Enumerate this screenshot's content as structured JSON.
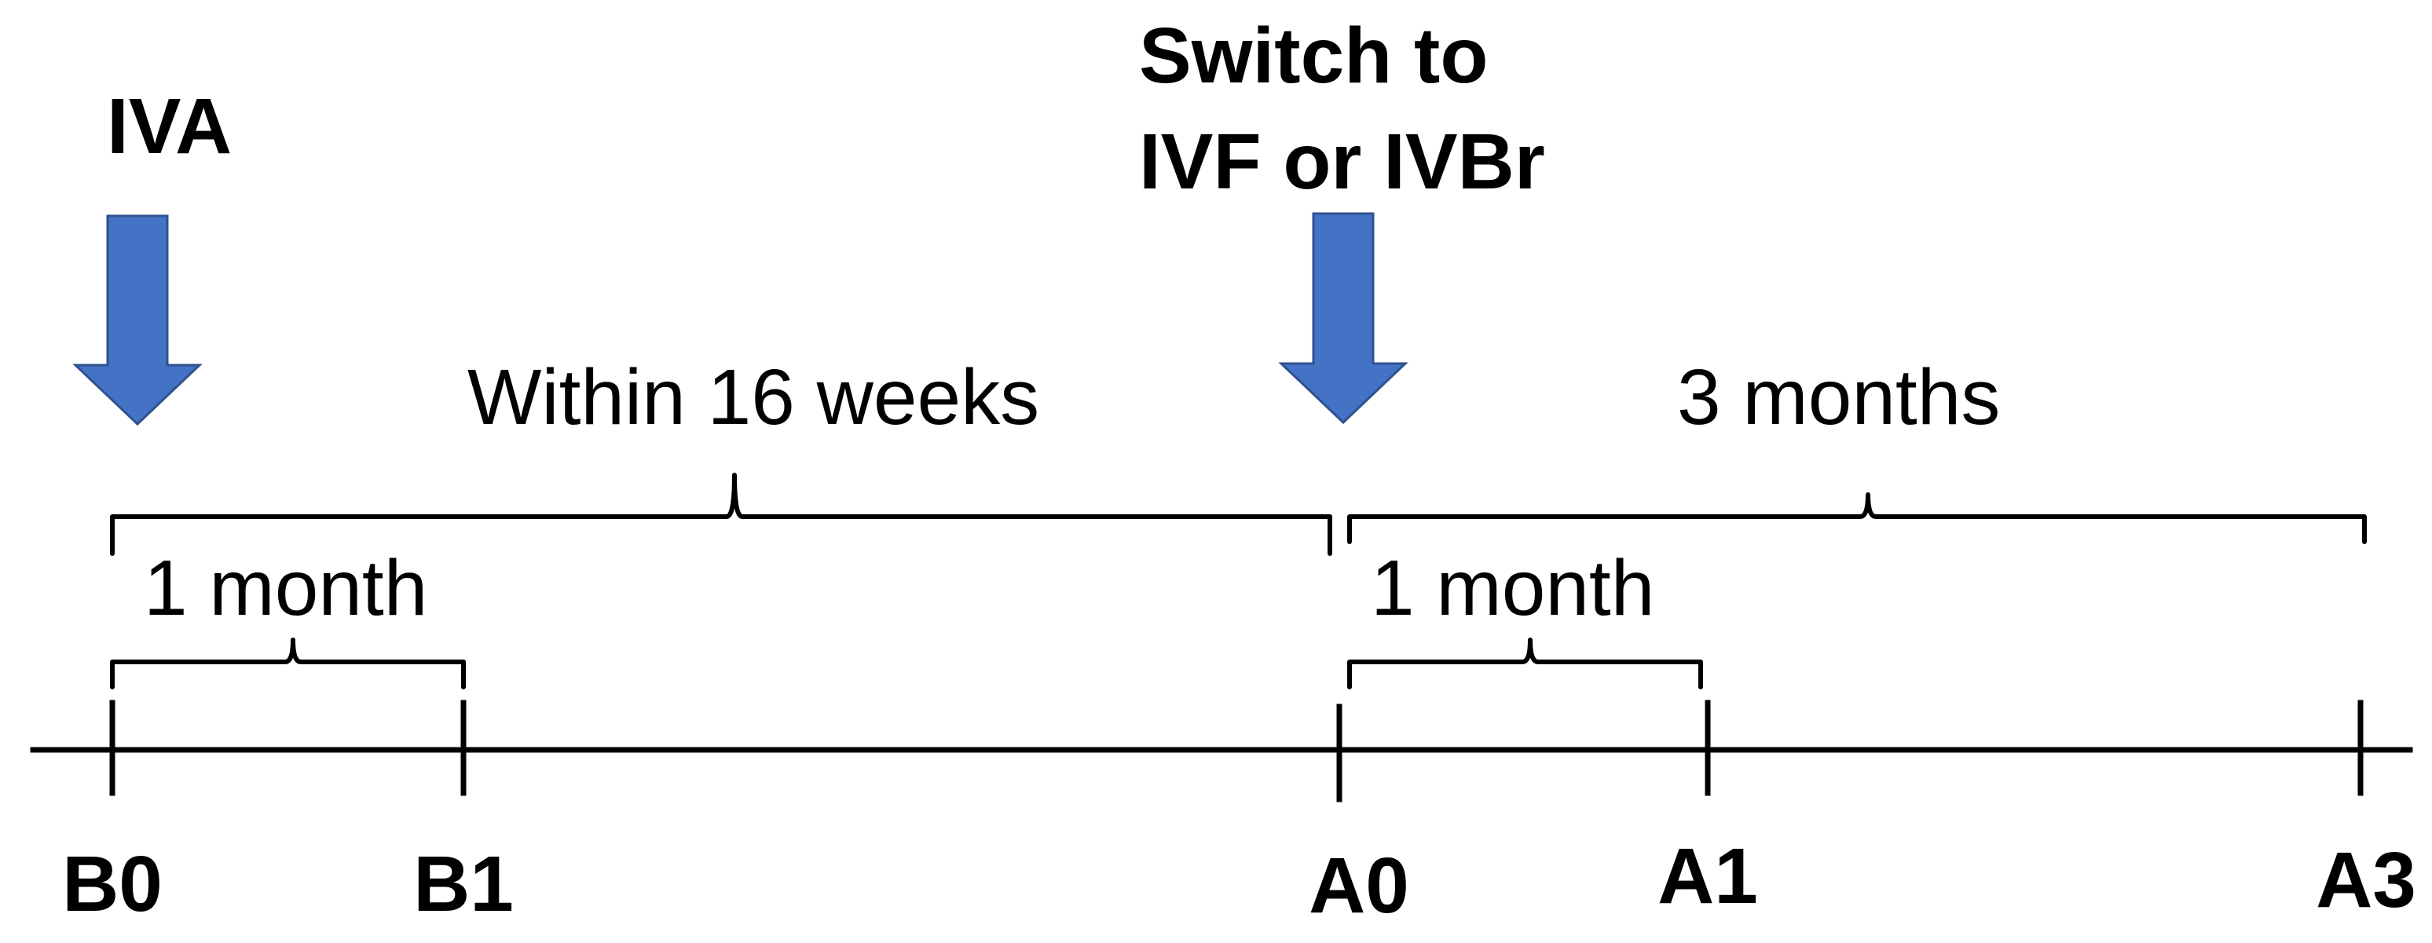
{
  "colors": {
    "arrow_fill": "#4472c4",
    "arrow_stroke": "#2f528f",
    "line": "#000000",
    "background": "#ffffff"
  },
  "events": {
    "iva_label": "IVA",
    "switch_label_line1": "Switch to",
    "switch_label_line2": "IVF or IVBr"
  },
  "intervals": {
    "within_16_weeks": "Within 16 weeks",
    "three_months": "3 months",
    "one_month_before": "1 month",
    "one_month_after": "1 month"
  },
  "timepoints": [
    "B0",
    "B1",
    "A0",
    "A1",
    "A3"
  ],
  "icons": {
    "event_marker": "down-arrow-icon"
  }
}
